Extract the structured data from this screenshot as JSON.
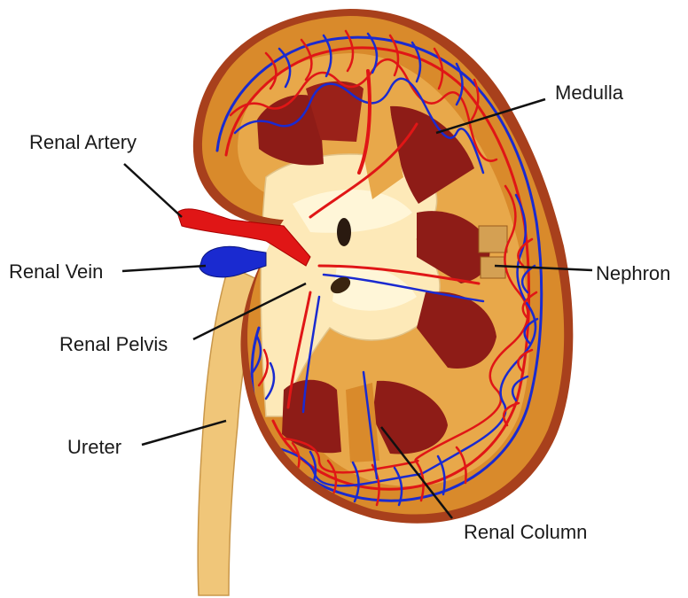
{
  "labels": {
    "renal_artery": "Renal Artery",
    "renal_vein": "Renal Vein",
    "renal_pelvis": "Renal Pelvis",
    "ureter": "Ureter",
    "medulla": "Medulla",
    "nephron": "Nephron",
    "renal_column": "Renal Column"
  },
  "colors": {
    "capsule": "#a8401c",
    "cortex": "#d98a2b",
    "cortex_light": "#e8a84a",
    "pyramid": "#8e1c17",
    "pelvis": "#fde9b8",
    "ureter": "#f0c679",
    "artery": "#e01616",
    "vein": "#1a2ad0"
  }
}
